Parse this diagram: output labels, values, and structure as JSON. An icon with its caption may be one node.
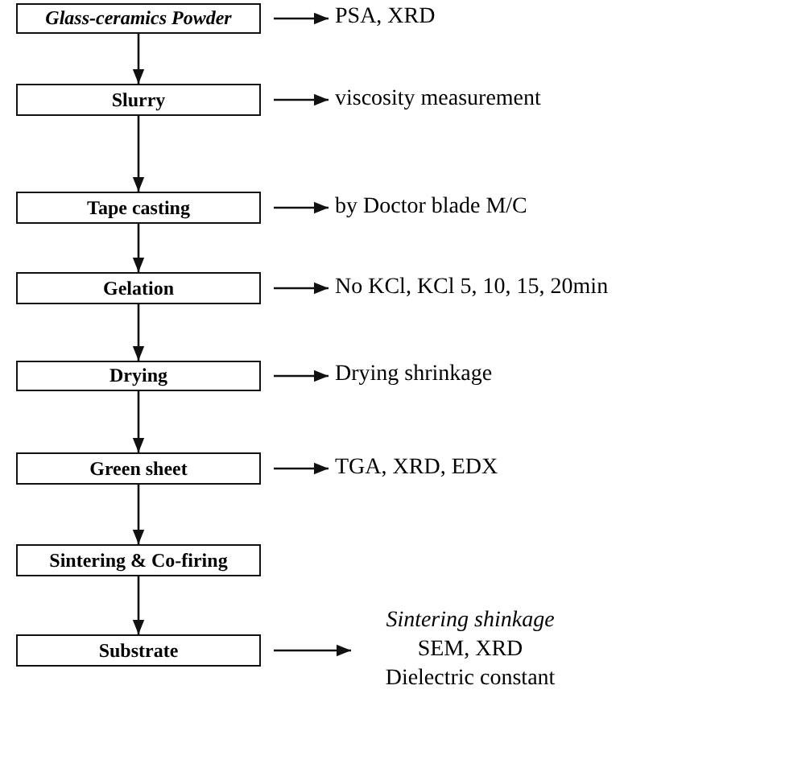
{
  "diagram": {
    "nodes": [
      {
        "text": [
          "Glass-ceramics Powder"
        ]
      },
      {
        "text": [
          "PSA, XRD"
        ]
      },
      {
        "text": [
          "Slurry"
        ]
      },
      {
        "text": [
          "viscosity measurement"
        ]
      },
      {
        "text": [
          "Tape casting"
        ]
      },
      {
        "text": [
          "by Doctor blade M/C"
        ]
      },
      {
        "text": [
          "Gelation"
        ]
      },
      {
        "text": [
          "No KCl, KCl 5, 10, 15, 20min"
        ]
      },
      {
        "text": [
          "Drying"
        ]
      },
      {
        "text": [
          "Drying shrinkage"
        ]
      },
      {
        "text": [
          "Green sheet"
        ]
      },
      {
        "text": [
          "TGA,  XRD,  EDX"
        ]
      },
      {
        "text": [
          "Sintering & Co-firing"
        ]
      },
      {
        "text": [
          "Substrate"
        ]
      },
      {
        "text": [
          "Sintering shinkage",
          "SEM, XRD",
          "Dielectric constant"
        ]
      }
    ],
    "edges": [
      {
        "from": 0,
        "to": 2,
        "arrow": "to"
      },
      {
        "from": 2,
        "to": 4,
        "arrow": "to"
      },
      {
        "from": 4,
        "to": 6,
        "arrow": "to"
      },
      {
        "from": 6,
        "to": 8,
        "arrow": "to"
      },
      {
        "from": 8,
        "to": 10,
        "arrow": "to"
      },
      {
        "from": 10,
        "to": 12,
        "arrow": "to"
      },
      {
        "from": 12,
        "to": 13,
        "arrow": "to"
      },
      {
        "from": 0,
        "to": 1,
        "arrow": "to"
      },
      {
        "from": 2,
        "to": 3,
        "arrow": "to"
      },
      {
        "from": 4,
        "to": 5,
        "arrow": "to"
      },
      {
        "from": 6,
        "to": 7,
        "arrow": "to"
      },
      {
        "from": 8,
        "to": 9,
        "arrow": "to"
      },
      {
        "from": 10,
        "to": 11,
        "arrow": "to"
      },
      {
        "from": 13,
        "to": 14,
        "arrow": "to"
      }
    ]
  }
}
